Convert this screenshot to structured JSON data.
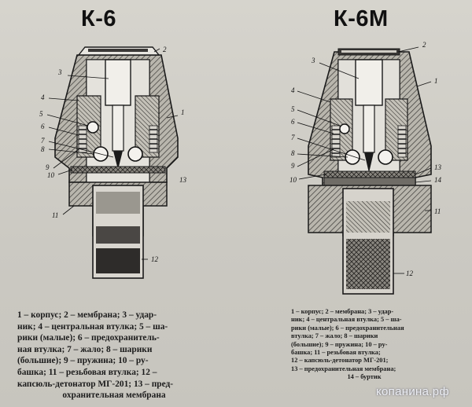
{
  "titles": {
    "left": "К-6",
    "right": "К-6М"
  },
  "labels": {
    "left": [
      "1",
      "2",
      "3",
      "4",
      "5",
      "6",
      "7",
      "8",
      "9",
      "10",
      "11",
      "12",
      "13"
    ],
    "right": [
      "1",
      "2",
      "3",
      "4",
      "5",
      "6",
      "7",
      "8",
      "9",
      "10",
      "11",
      "12",
      "13",
      "14"
    ]
  },
  "legend_left": {
    "lines": [
      "1 – корпус; 2 – мембрана; 3 – удар-",
      "ник; 4 – центральная втулка; 5 – ша-",
      "рики (малые); 6 – предохранитель-",
      "ная втулка; 7 – жало; 8 – шарики",
      "(большие); 9 – пружина; 10 – ру-",
      "башка; 11 – резьбовая втулка; 12 –",
      "капсюль-детонатор МГ-201; 13 – пред-",
      "охранительная мембрана"
    ]
  },
  "legend_right": {
    "lines": [
      "1 – корпус; 2 – мембрана; 3 – удар-",
      "ник; 4 – центральная втулка; 5 – ша-",
      "рики (малые); 6 – предохранительная",
      "втулка; 7 – жало; 8 – шарики",
      "(большие); 9 – пружина; 10 – ру-",
      "башка; 11 – резьбовая втулка;",
      "12 – капсюль-детонатор МГ-201;",
      "13 – предохранительная мембрана;",
      "14 – буртик"
    ]
  },
  "watermark": "копанина.рф"
}
